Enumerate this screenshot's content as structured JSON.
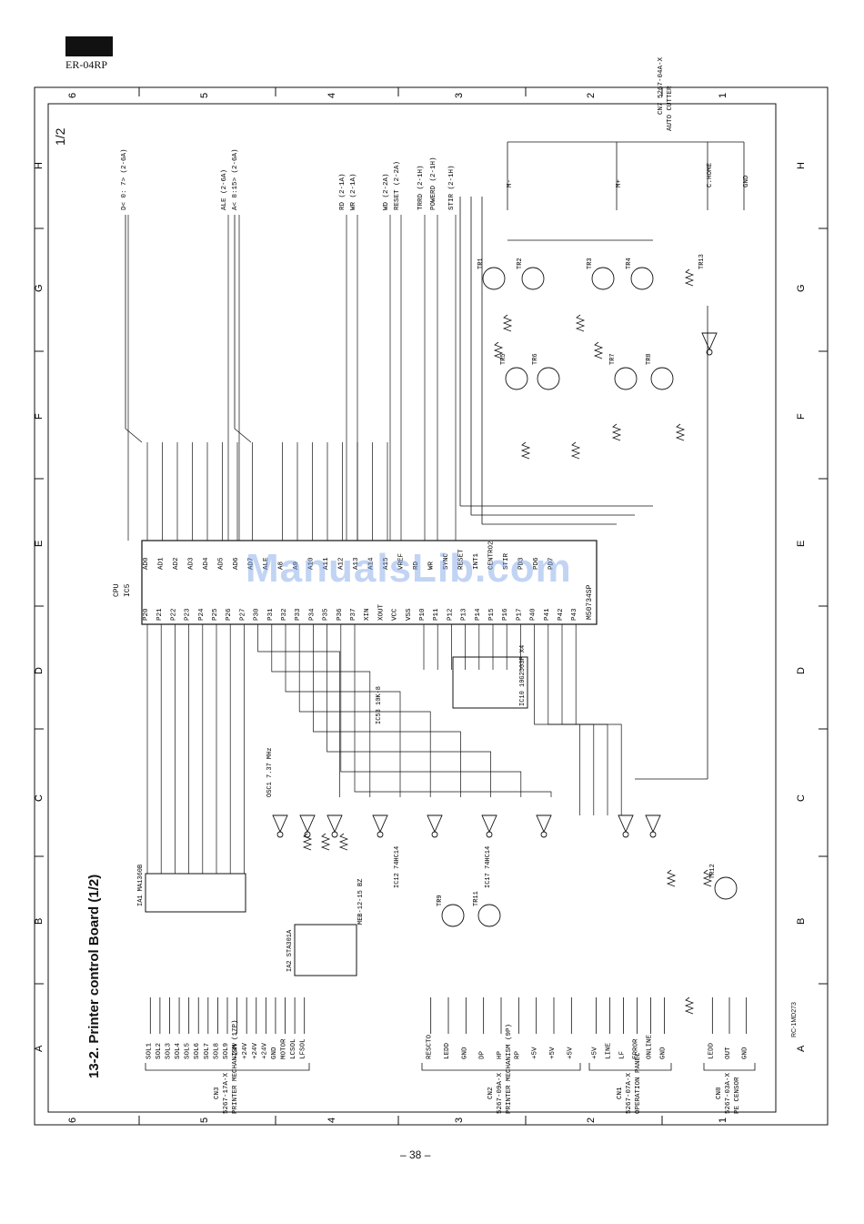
{
  "header": {
    "model": "ER-04RP"
  },
  "title": "13-2. Printer control Board (1/2)",
  "page_fraction": "1/2",
  "page_number": "– 38 –",
  "watermark": "ManualsLib.com",
  "ref_code": "RC-1MD273",
  "grid": {
    "columns": [
      "6",
      "5",
      "4",
      "3",
      "2",
      "1"
    ],
    "rows": [
      "H",
      "G",
      "F",
      "E",
      "D",
      "C",
      "B",
      "A"
    ]
  },
  "cpu": {
    "ref": "IC5",
    "type": "CPU",
    "part": "M50734SP",
    "left_pins": [
      "AD0",
      "AD1",
      "AD2",
      "AD3",
      "AD4",
      "AD5",
      "AD6",
      "AD7",
      "ALE",
      "A8",
      "A9",
      "A10",
      "A11",
      "A12",
      "A13",
      "A14",
      "A15",
      "VREF",
      "RD",
      "WR",
      "SYNC",
      "RESET",
      "INT1",
      "CENTRO2",
      "STIR",
      "PD3",
      "PD6",
      "PD7"
    ],
    "bottom_pins": [
      "P20",
      "P21",
      "P22",
      "P23",
      "P24",
      "P25",
      "P26",
      "P27",
      "P30",
      "P31",
      "P32",
      "P33",
      "P34",
      "P35",
      "P36",
      "P37",
      "XIN",
      "XOUT",
      "VCC",
      "VSS",
      "P10",
      "P11",
      "P12",
      "P13",
      "P14",
      "P15",
      "P16",
      "P17",
      "P40",
      "P41",
      "P42",
      "P43"
    ]
  },
  "buses": [
    {
      "name": "D< 0: 7>",
      "ref": "(2-6A)"
    },
    {
      "name": "ALE",
      "ref": "(2-6A)"
    },
    {
      "name": "A< 8:15>",
      "ref": "(2-6A)"
    },
    {
      "name": "RD",
      "ref": "(2-1A)"
    },
    {
      "name": "WR",
      "ref": "(2-1A)"
    },
    {
      "name": "WD",
      "ref": "(2-2A)"
    },
    {
      "name": "RESET",
      "ref": "(2-2A)"
    },
    {
      "name": "TRRD",
      "ref": "(2-1H)"
    },
    {
      "name": "POWERD",
      "ref": "(2-1H)"
    },
    {
      "name": "STIR",
      "ref": "(2-1H)"
    }
  ],
  "ics": [
    {
      "ref": "IA1",
      "part": "MA1360B"
    },
    {
      "ref": "IA2",
      "part": "STA301A"
    },
    {
      "ref": "IC10",
      "part": "10G2503P X4"
    },
    {
      "ref": "IC12",
      "part": "74HC14"
    },
    {
      "ref": "IC17",
      "part": "74HC14"
    },
    {
      "ref": "IC53",
      "part": "10K-8"
    },
    {
      "ref": "OSC1",
      "part": "7.37 MHz"
    },
    {
      "ref": "MEB-12-15",
      "part": "BZ"
    }
  ],
  "connectors": [
    {
      "ref": "CN3",
      "part": "5267-17A-X",
      "desc": "PRINTER MECHANISM (17P)",
      "signals": [
        "SOL1",
        "SOL2",
        "SOL3",
        "SOL4",
        "SOL5",
        "SOL6",
        "SOL7",
        "SOL8",
        "SOL9",
        "+24V",
        "+24V",
        "+24V",
        "+24V",
        "GND",
        "MOTOR",
        "LCSOL",
        "LFSOL"
      ]
    },
    {
      "ref": "CN2",
      "part": "5267-09A-X",
      "desc": "PRINTER MECHANISM (9P)",
      "signals": [
        "RESCTO",
        "LEDD",
        "GND",
        "DP",
        "HP",
        "RP",
        "+5V",
        "+5V",
        "+5V"
      ]
    },
    {
      "ref": "CN1",
      "part": "5267-07A-X",
      "desc": "OPERATION PANEL",
      "signals": [
        "+5V",
        "LINE",
        "LF",
        "ERROR",
        "ONLINE",
        "GND"
      ]
    },
    {
      "ref": "CN8",
      "part": "5267-03A-X",
      "desc": "PE CENSOR",
      "signals": [
        "LEDD",
        "OUT",
        "GND"
      ]
    },
    {
      "ref": "CN7",
      "part": "5267-04A-X",
      "desc": "AUTO CUTTER",
      "signals": [
        "M-",
        "M+",
        "C.HOME",
        "GND"
      ]
    }
  ],
  "transistors": [
    "TR1",
    "TR2",
    "TR3",
    "TR4",
    "TR5",
    "TR6",
    "TR7",
    "TR8",
    "TR9",
    "TR11",
    "TR12",
    "TR13"
  ]
}
